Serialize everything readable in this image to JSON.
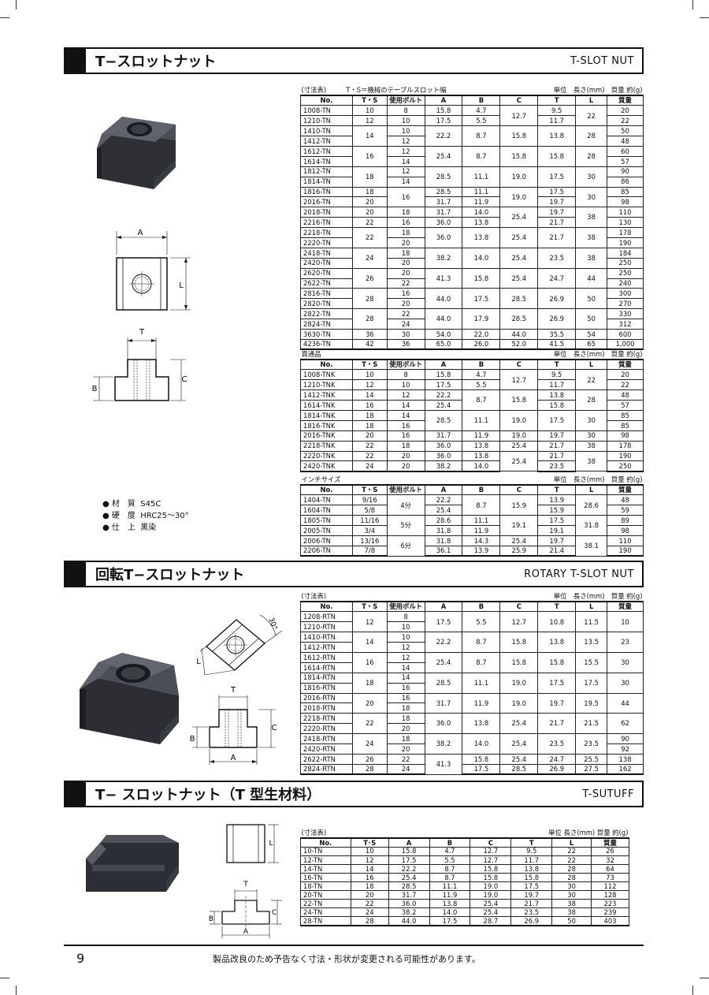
{
  "section1": {
    "title": "T−スロットナット",
    "en": "T-SLOT NUT"
  },
  "section2": {
    "title": "回転T−スロットナット",
    "en": "ROTARY T-SLOT NUT"
  },
  "section3": {
    "title": "T− スロットナット（T 型生材料）",
    "en": "T-SUTUFF"
  },
  "table1": {
    "caption_left": "(寸法表)　　　T・S＝機械のテーブルスロット幅",
    "caption_right": "単位　長さ(mm)　質量 約(g)",
    "headers": [
      "No.",
      "T・S",
      "使用ボルト",
      "A",
      "B",
      "C",
      "T",
      "L",
      "質量"
    ],
    "rows": [
      [
        "1008-TN",
        "10",
        "8",
        "15.8",
        "4.7",
        "12.7",
        "9.5",
        "22",
        "20"
      ],
      [
        "1210-TN",
        "12",
        "10",
        "17.5",
        "5.5",
        "",
        "11.7",
        "",
        "22"
      ],
      [
        "1410-TN",
        "14",
        "10",
        "22.2",
        "8.7",
        "15.8",
        "13.8",
        "28",
        "50"
      ],
      [
        "1412-TN",
        "",
        "12",
        "",
        "",
        "",
        "",
        "",
        "48"
      ],
      [
        "1612-TN",
        "16",
        "12",
        "25.4",
        "8.7",
        "15.8",
        "15.8",
        "28",
        "60"
      ],
      [
        "1614-TN",
        "",
        "14",
        "",
        "",
        "",
        "",
        "",
        "57"
      ],
      [
        "1812-TN",
        "18",
        "12",
        "28.5",
        "11.1",
        "19.0",
        "17.5",
        "30",
        "90"
      ],
      [
        "1814-TN",
        "",
        "14",
        "",
        "",
        "",
        "",
        "",
        "86"
      ],
      [
        "1816-TN",
        "18",
        "16",
        "28.5",
        "11.1",
        "19.0",
        "17.5",
        "30",
        "85"
      ],
      [
        "2016-TN",
        "20",
        "",
        "31.7",
        "11.9",
        "",
        "19.7",
        "",
        "98"
      ],
      [
        "2018-TN",
        "20",
        "18",
        "31.7",
        "14.0",
        "25.4",
        "19.7",
        "38",
        "110"
      ],
      [
        "2216-TN",
        "22",
        "16",
        "36.0",
        "13.8",
        "",
        "21.7",
        "",
        "130"
      ],
      [
        "2218-TN",
        "22",
        "18",
        "36.0",
        "13.8",
        "25.4",
        "21.7",
        "38",
        "178"
      ],
      [
        "2220-TN",
        "",
        "20",
        "",
        "",
        "",
        "",
        "",
        "190"
      ],
      [
        "2418-TN",
        "24",
        "18",
        "38.2",
        "14.0",
        "25.4",
        "23.5",
        "38",
        "184"
      ],
      [
        "2420-TN",
        "",
        "20",
        "",
        "",
        "",
        "",
        "",
        "250"
      ],
      [
        "2620-TN",
        "26",
        "20",
        "41.3",
        "15.8",
        "25.4",
        "24.7",
        "44",
        "250"
      ],
      [
        "2622-TN",
        "",
        "22",
        "",
        "",
        "",
        "",
        "",
        "240"
      ],
      [
        "2816-TN",
        "28",
        "16",
        "44.0",
        "17.5",
        "28.5",
        "26.9",
        "50",
        "300"
      ],
      [
        "2820-TN",
        "",
        "20",
        "",
        "",
        "",
        "",
        "",
        "270"
      ],
      [
        "2822-TN",
        "28",
        "22",
        "44.0",
        "17.9",
        "28.5",
        "26.9",
        "50",
        "330"
      ],
      [
        "2824-TN",
        "",
        "24",
        "",
        "",
        "",
        "",
        "",
        "312"
      ],
      [
        "3630-TN",
        "36",
        "30",
        "54.0",
        "22.0",
        "44.0",
        "35.5",
        "54",
        "600"
      ],
      [
        "4236-TN",
        "42",
        "36",
        "65.0",
        "26.0",
        "52.0",
        "41.5",
        "65",
        "1,000"
      ]
    ]
  },
  "table2": {
    "caption_left": "貫通品",
    "caption_right": "単位　長さ(mm)　質量 約(g)",
    "headers": [
      "No.",
      "T・S",
      "使用ボルト",
      "A",
      "B",
      "C",
      "T",
      "L",
      "質量"
    ],
    "rows": [
      [
        "1008-TNK",
        "10",
        "8",
        "15.8",
        "4.7",
        "12.7",
        "9.5",
        "22",
        "20"
      ],
      [
        "1210-TNK",
        "12",
        "10",
        "17.5",
        "5.5",
        "",
        "11.7",
        "",
        "22"
      ],
      [
        "1412-TNK",
        "14",
        "12",
        "22.2",
        "8.7",
        "15.8",
        "13.8",
        "28",
        "48"
      ],
      [
        "1614-TNK",
        "16",
        "14",
        "25.4",
        "",
        "",
        "15.8",
        "",
        "57"
      ],
      [
        "1814-TNK",
        "18",
        "14",
        "28.5",
        "11.1",
        "19.0",
        "17.5",
        "30",
        "85"
      ],
      [
        "1816-TNK",
        "18",
        "16",
        "",
        "",
        "",
        "",
        "",
        "85"
      ],
      [
        "2016-TNK",
        "20",
        "16",
        "31.7",
        "11.9",
        "19.0",
        "19.7",
        "30",
        "98"
      ],
      [
        "2218-TNK",
        "22",
        "18",
        "36.0",
        "13.8",
        "25.4",
        "21.7",
        "38",
        "178"
      ],
      [
        "2220-TNK",
        "22",
        "20",
        "36.0",
        "13.8",
        "25.4",
        "21.7",
        "38",
        "190"
      ],
      [
        "2420-TNK",
        "24",
        "20",
        "38.2",
        "14.0",
        "",
        "23.5",
        "",
        "250"
      ]
    ]
  },
  "table3": {
    "caption_left": "インチサイズ",
    "caption_right": "単位　長さ(mm)　質量 約(g)",
    "headers": [
      "No.",
      "T・S",
      "使用ボルト",
      "A",
      "B",
      "C",
      "T",
      "L",
      "質量"
    ],
    "rows": [
      [
        "1404-TN",
        "9/16",
        "4分",
        "22.2",
        "8.7",
        "15.9",
        "13.9",
        "28.6",
        "48"
      ],
      [
        "1604-TN",
        "5/8",
        "",
        "25.4",
        "",
        "",
        "15.9",
        "",
        "59"
      ],
      [
        "1805-TN",
        "11/16",
        "5分",
        "28.6",
        "11.1",
        "19.1",
        "17.5",
        "31.8",
        "89"
      ],
      [
        "2005-TN",
        "3/4",
        "",
        "31.8",
        "11.9",
        "",
        "19.1",
        "",
        "98"
      ],
      [
        "2006-TN",
        "13/16",
        "6分",
        "31.8",
        "14.3",
        "25.4",
        "19.7",
        "38.1",
        "110"
      ],
      [
        "2206-TN",
        "7/8",
        "",
        "36.1",
        "13.9",
        "25.9",
        "21.4",
        "",
        "190"
      ]
    ]
  },
  "table4": {
    "caption_left": "(寸法表)",
    "caption_right": "単位　長さ(mm)　質量 約(g)",
    "headers": [
      "No.",
      "T・S",
      "使用ボルト",
      "A",
      "B",
      "C",
      "T",
      "L",
      "質量"
    ],
    "rows": [
      [
        "1208-RTN",
        "12",
        "8",
        "17.5",
        "5.5",
        "12.7",
        "10.8",
        "11.5",
        "10"
      ],
      [
        "1210-RTN",
        "",
        "10",
        "",
        "",
        "",
        "",
        "",
        ""
      ],
      [
        "1410-RTN",
        "14",
        "10",
        "22.2",
        "8.7",
        "15.8",
        "13.8",
        "13.5",
        "23"
      ],
      [
        "1412-RTN",
        "",
        "12",
        "",
        "",
        "",
        "",
        "",
        ""
      ],
      [
        "1612-RTN",
        "16",
        "12",
        "25.4",
        "8.7",
        "15.8",
        "15.8",
        "15.5",
        "30"
      ],
      [
        "1614-RTN",
        "",
        "14",
        "",
        "",
        "",
        "",
        "",
        ""
      ],
      [
        "1814-RTN",
        "18",
        "14",
        "28.5",
        "11.1",
        "19.0",
        "17.5",
        "17.5",
        "30"
      ],
      [
        "1816-RTN",
        "",
        "16",
        "",
        "",
        "",
        "",
        "",
        ""
      ],
      [
        "2016-RTN",
        "20",
        "16",
        "31.7",
        "11.9",
        "19.0",
        "19.7",
        "19.5",
        "44"
      ],
      [
        "2018-RTN",
        "",
        "18",
        "",
        "",
        "",
        "",
        "",
        ""
      ],
      [
        "2218-RTN",
        "22",
        "18",
        "36.0",
        "13.8",
        "25.4",
        "21.7",
        "21.5",
        "62"
      ],
      [
        "2220-RTN",
        "",
        "20",
        "",
        "",
        "",
        "",
        "",
        ""
      ],
      [
        "2418-RTN",
        "24",
        "18",
        "38.2",
        "14.0",
        "25.4",
        "23.5",
        "23.5",
        "90"
      ],
      [
        "2420-RTN",
        "",
        "20",
        "",
        "",
        "",
        "",
        "",
        "92"
      ],
      [
        "2622-RTN",
        "26",
        "22",
        "41.3",
        "15.8",
        "25.4",
        "24.7",
        "25.5",
        "138"
      ],
      [
        "2824-RTN",
        "28",
        "24",
        "",
        "17.5",
        "28.5",
        "26.9",
        "27.5",
        "162"
      ]
    ]
  },
  "table5": {
    "caption_left": "(寸法表)",
    "caption_right": "単位 長さ(mm) 質量 約(g)",
    "headers": [
      "No.",
      "T･S",
      "A",
      "B",
      "C",
      "T",
      "L",
      "質量"
    ],
    "rows": [
      [
        "10-TN",
        "10",
        "15.8",
        "4.7",
        "12.7",
        "9.5",
        "22",
        "26"
      ],
      [
        "12-TN",
        "12",
        "17.5",
        "5.5",
        "12.7",
        "11.7",
        "22",
        "32"
      ],
      [
        "14-TN",
        "14",
        "22.2",
        "8.7",
        "15.8",
        "13.8",
        "28",
        "64"
      ],
      [
        "16-TN",
        "16",
        "25.4",
        "8.7",
        "15.8",
        "15.8",
        "28",
        "73"
      ],
      [
        "18-TN",
        "18",
        "28.5",
        "11.1",
        "19.0",
        "17.5",
        "30",
        "112"
      ],
      [
        "20-TN",
        "20",
        "31.7",
        "11.9",
        "19.0",
        "19.7",
        "30",
        "128"
      ],
      [
        "22-TN",
        "22",
        "36.0",
        "13.8",
        "25.4",
        "21.7",
        "38",
        "223"
      ],
      [
        "24-TN",
        "24",
        "38.2",
        "14.0",
        "25.4",
        "23.5",
        "38",
        "239"
      ],
      [
        "28-TN",
        "28",
        "44.0",
        "17.5",
        "28.7",
        "26.9",
        "50",
        "403"
      ]
    ]
  },
  "material": [
    {
      "label": "材　質",
      "value": "S45C"
    },
    {
      "label": "硬　度",
      "value": "HRC25〜30°"
    },
    {
      "label": "仕　上",
      "value": "黒染"
    }
  ],
  "figure_labels": {
    "A": "A",
    "L": "L",
    "T": "T",
    "B": "B",
    "C": "C",
    "angle": "30°"
  },
  "footer": {
    "page": "9",
    "note": "製品改良のため予告なく寸法・形状が変更される可能性があります。"
  }
}
